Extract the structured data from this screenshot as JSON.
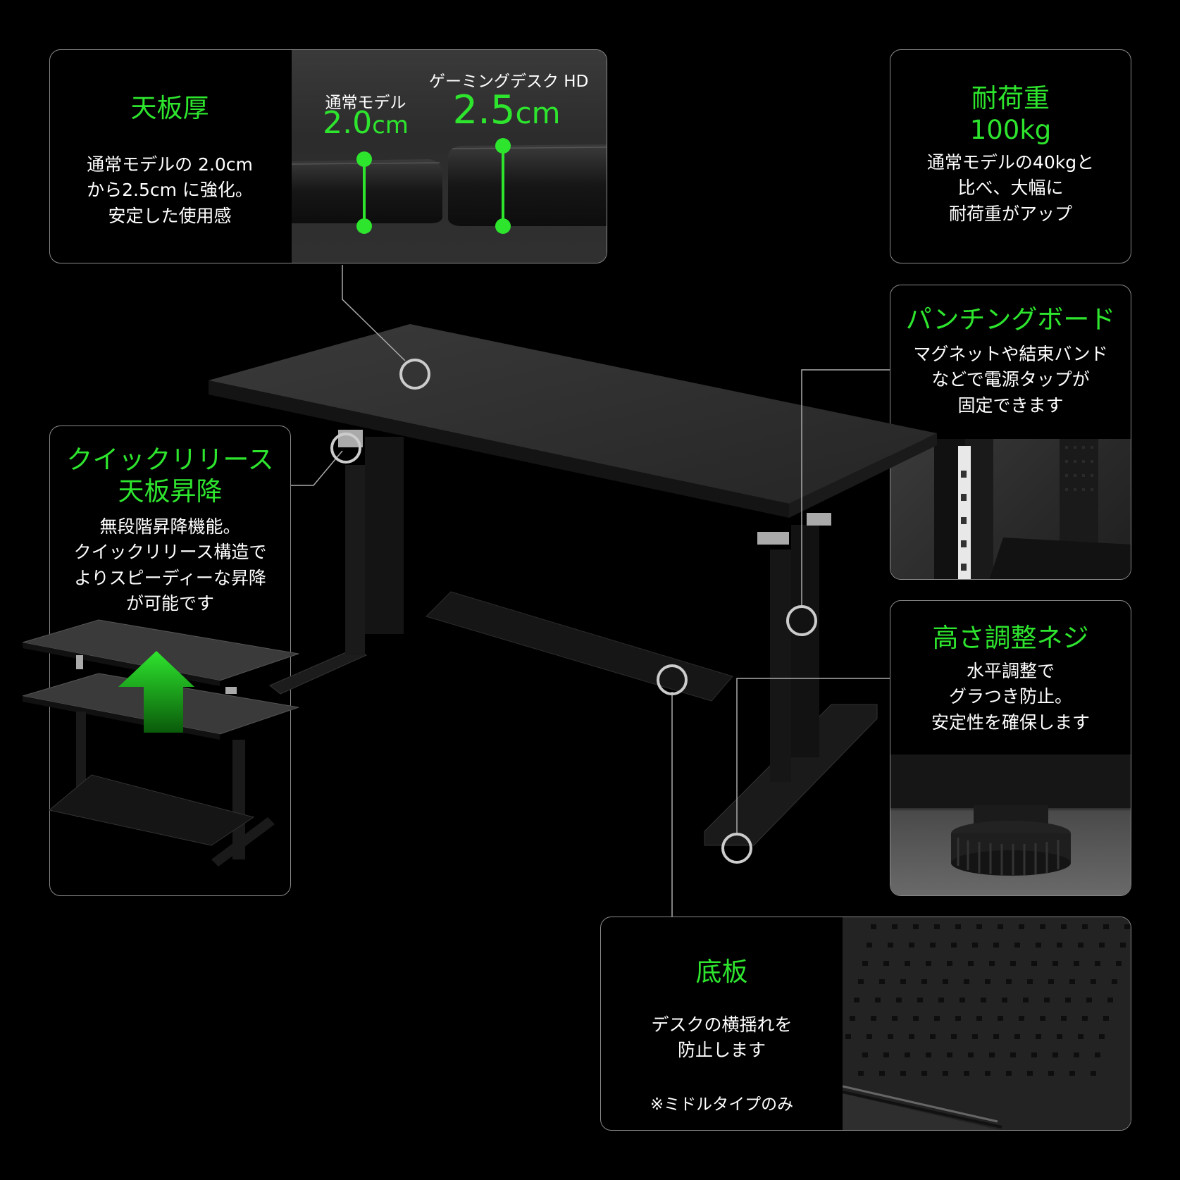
{
  "thickness": {
    "title": "天板厚",
    "desc": "通常モデルの 2.0cm\nから2.5cm に強化。\n安定した使用感",
    "normal_label": "通常モデル",
    "normal_value": "2.0",
    "normal_unit": "cm",
    "hd_label": "ゲーミングデスク HD",
    "hd_value": "2.5",
    "hd_unit": "cm"
  },
  "load": {
    "title": "耐荷重\n100kg",
    "desc": "通常モデルの40kgと\n比べ、大幅に\n耐荷重がアップ"
  },
  "punching": {
    "title": "パンチングボード",
    "desc": "マグネットや結束バンド\nなどで電源タップが\n固定できます"
  },
  "quick": {
    "title": "クイックリリース\n天板昇降",
    "desc": "無段階昇降機能。\nクイックリリース構造で\nよりスピーディーな昇降\nが可能です"
  },
  "screw": {
    "title": "高さ調整ネジ",
    "desc": "水平調整で\nグラつき防止。\n安定性を確保します"
  },
  "bottom": {
    "title": "底板",
    "desc": "デスクの横揺れを\n防止します",
    "note": "※ミドルタイプのみ"
  },
  "colors": {
    "accent": "#2ee52e",
    "border": "#8a8a8a",
    "background": "#000000"
  }
}
